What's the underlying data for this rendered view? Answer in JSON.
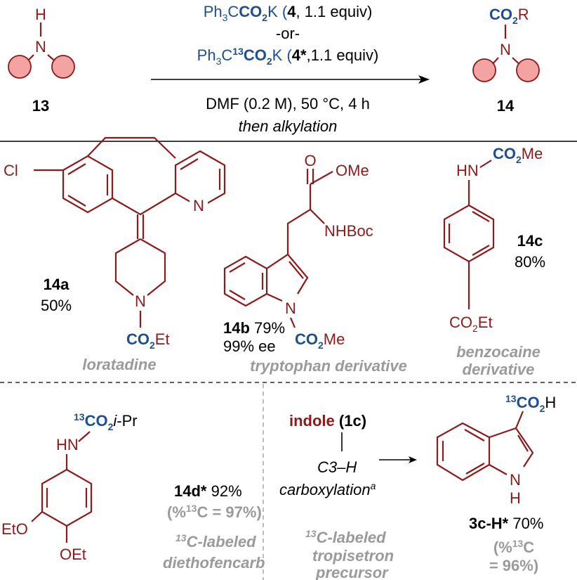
{
  "reaction": {
    "reactant_label": "13",
    "reactant_N": "N",
    "reactant_H": "H",
    "reagent1": [
      "Ph",
      "3",
      "C",
      "CO",
      "2",
      "K (",
      "4",
      ", 1.1 equiv)"
    ],
    "or": "-or-",
    "reagent2": [
      "Ph",
      "3",
      "C",
      "13",
      "CO",
      "2",
      "K (",
      "4*",
      ",1.1 equiv)"
    ],
    "conditions": "DMF (0.2 M), 50 °C, 4 h",
    "then": "then alkylation",
    "product_label": "14",
    "product_N": "N",
    "product_group": [
      "CO",
      "2",
      "R"
    ]
  },
  "examples": {
    "a": {
      "label": "14a",
      "yield": "50%",
      "name": "loratadine",
      "cl": "Cl",
      "n_pyr": "N",
      "n_pip": "N",
      "group": [
        "CO",
        "2",
        "Et"
      ]
    },
    "b": {
      "label": "14b",
      "yield": " 79%",
      "ee": "99% ee",
      "name": "tryptophan derivative",
      "o": "O",
      "ome": "OMe",
      "nhboc": "NHBoc",
      "n": "N",
      "group": [
        "CO",
        "2",
        "Me"
      ]
    },
    "c": {
      "label": "14c",
      "yield": "80%",
      "name1": "benzocaine",
      "name2": "derivative",
      "hn": "HN",
      "group": [
        "CO",
        "2",
        "Me"
      ],
      "ester": [
        "CO",
        "2",
        "Et"
      ]
    },
    "d": {
      "label": "14d*",
      "yield": " 92%",
      "pct": [
        "(%",
        "13",
        "C = 97%)"
      ],
      "name": [
        "13",
        "C-labeled"
      ],
      "name2": "diethofencarb",
      "hn": "HN",
      "group": [
        "13",
        "CO",
        "2",
        "i",
        "-Pr"
      ],
      "eto": "EtO",
      "oet": "OEt"
    },
    "e": {
      "indole": "indole",
      "cmpd": " (1c)",
      "c3h": "C3–H",
      "carbox": "carboxylation",
      "sup": "a",
      "label": "3c-H*",
      "yield": " 70%",
      "pct1": [
        "(%",
        "13",
        "C"
      ],
      "pct2": "= 96%)",
      "name": [
        "13",
        "C-labeled"
      ],
      "name2": "tropisetron",
      "name3": "precursor",
      "group": [
        "13",
        "CO",
        "2",
        "H"
      ],
      "n": "N",
      "h": "H"
    }
  },
  "colors": {
    "structure": "#8b1a1a",
    "carboxyl": "#1d4f91",
    "caption": "#9a9a9a",
    "circle": "#f4a3a3"
  }
}
